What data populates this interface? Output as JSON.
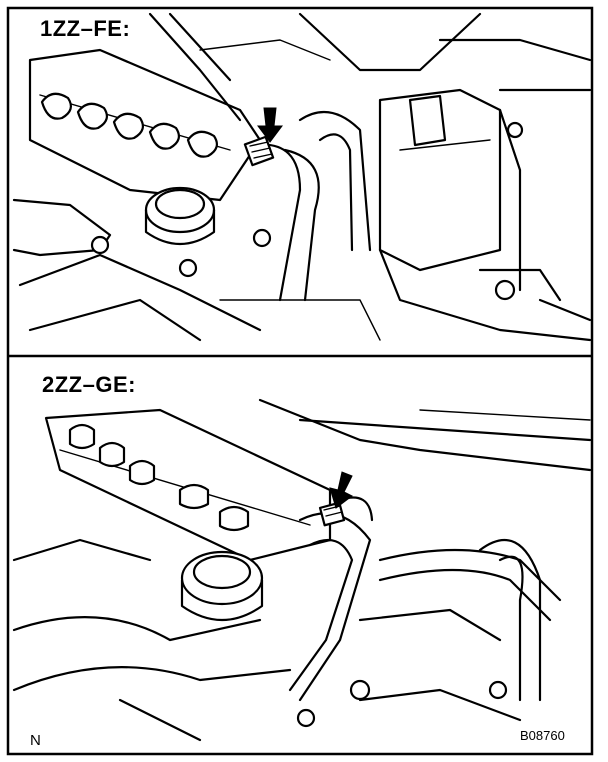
{
  "panels": [
    {
      "label": "1ZZ–FE:"
    },
    {
      "label": "2ZZ–GE:"
    }
  ],
  "corner_mark": "N",
  "figure_code": "B08760",
  "colors": {
    "ink": "#000000",
    "paper": "#ffffff"
  },
  "icons": [
    "arrow-pointer-icon"
  ]
}
